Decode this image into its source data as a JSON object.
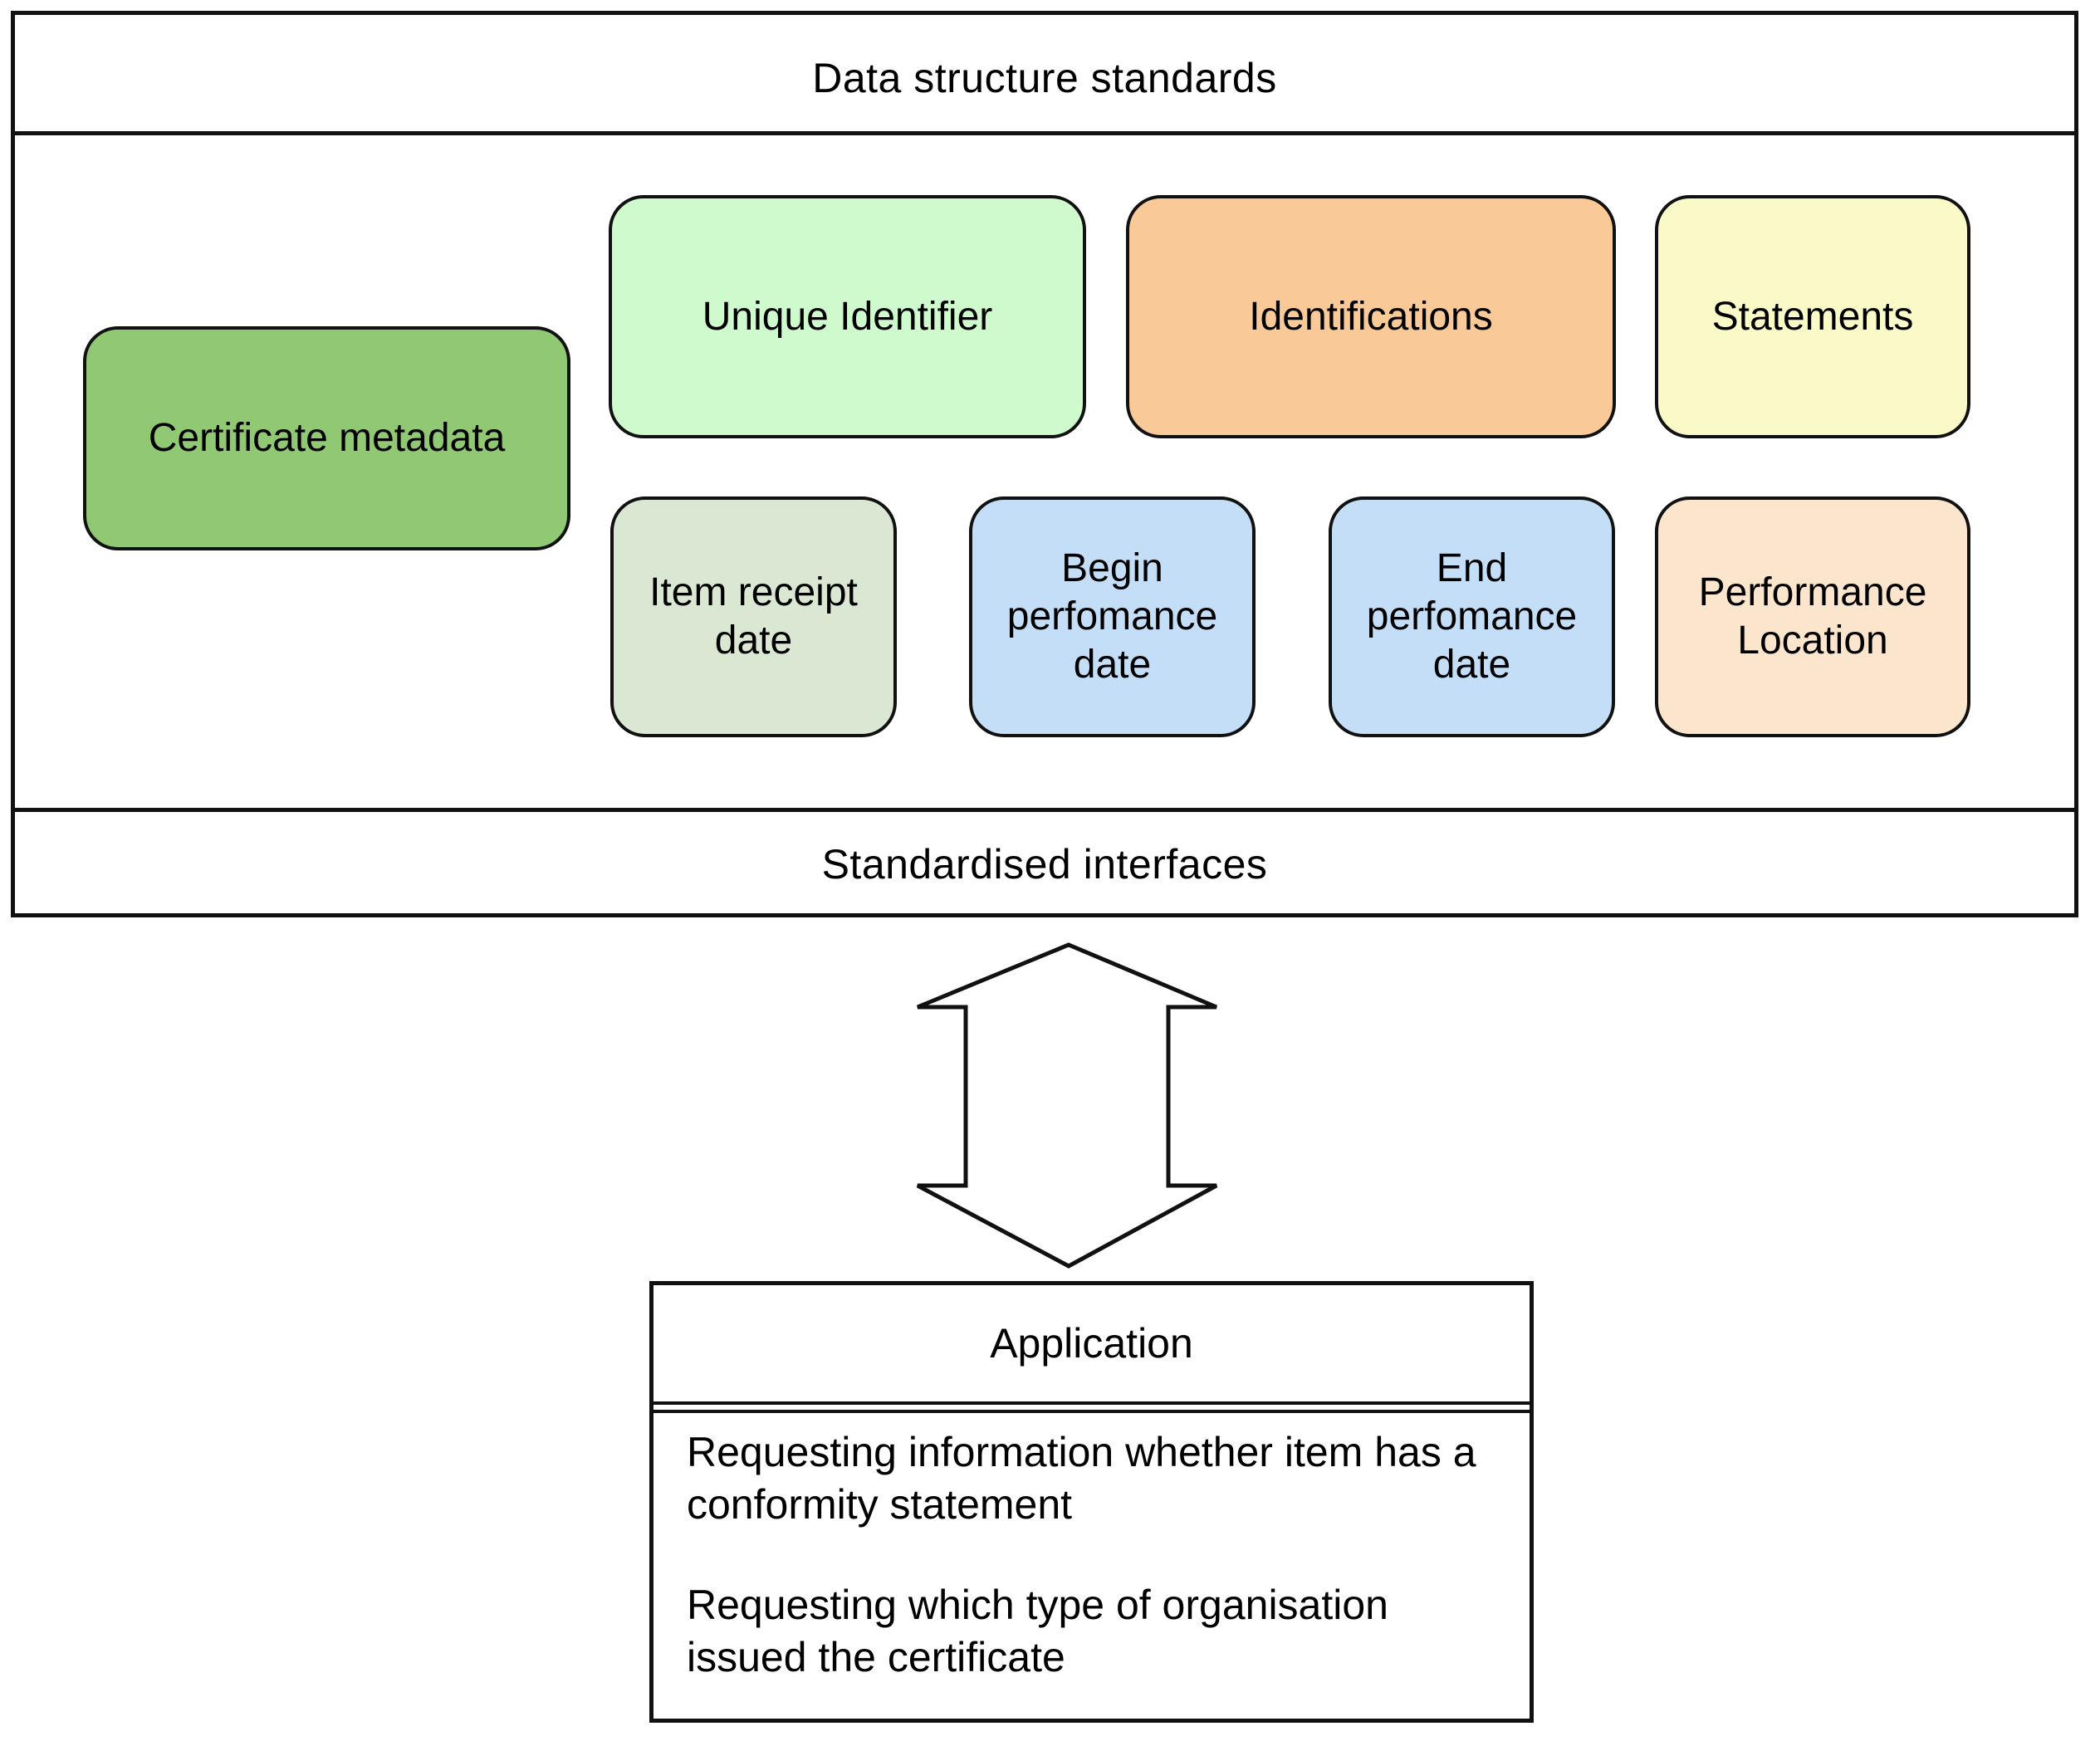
{
  "standards_panel": {
    "title": "Data structure standards",
    "interfaces_label": "Standardised interfaces",
    "boxes": {
      "certificate_metadata": {
        "label": "Certificate metadata",
        "fill": "#90c873"
      },
      "unique_identifier": {
        "label": "Unique Identifier",
        "fill": "#cffacd"
      },
      "identifications": {
        "label": "Identifications",
        "fill": "#f9c997"
      },
      "statements": {
        "label": "Statements",
        "fill": "#fafac9"
      },
      "item_receipt_date": {
        "label": "Item receipt date",
        "fill": "#dae8d3"
      },
      "begin_performance_date": {
        "label": "Begin perfomance date",
        "fill": "#c5def7"
      },
      "end_performance_date": {
        "label": "End perfomance date",
        "fill": "#c5def7"
      },
      "performance_location": {
        "label": "Performance Location",
        "fill": "#fbe5cd"
      }
    },
    "outline_color": "#111111"
  },
  "application": {
    "title": "Application",
    "items": [
      "Requesting information whether item has a conformity statement",
      "Requesting which type of organisation issued the certificate"
    ]
  }
}
